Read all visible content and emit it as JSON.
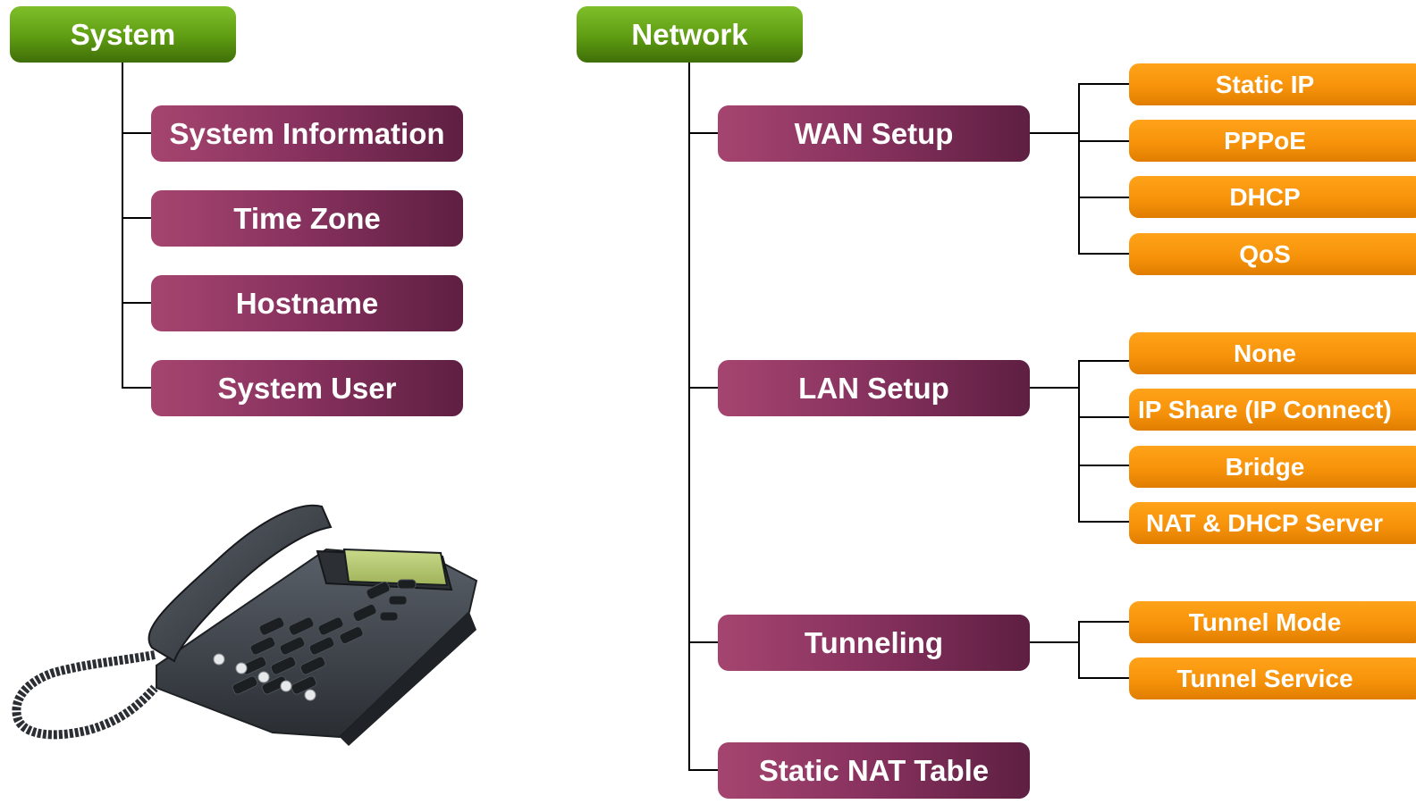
{
  "system": {
    "title": "System",
    "items": [
      "System Information",
      "Time Zone",
      "Hostname",
      "System User"
    ]
  },
  "network": {
    "title": "Network",
    "wan": {
      "label": "WAN Setup",
      "options": [
        "Static IP",
        "PPPoE",
        "DHCP",
        "QoS"
      ]
    },
    "lan": {
      "label": "LAN Setup",
      "options": [
        "None",
        "IP Share (IP Connect)",
        "Bridge",
        "NAT & DHCP Server"
      ]
    },
    "tunneling": {
      "label": "Tunneling",
      "options": [
        "Tunnel Mode",
        "Tunnel Service"
      ]
    },
    "static_nat": {
      "label": "Static NAT Table"
    }
  },
  "colors": {
    "header_green": "#5e9c12",
    "item_purple": "#8a3360",
    "option_orange": "#f7930a",
    "connector": "#000000"
  },
  "illustration": {
    "icon": "desk-phone-icon"
  }
}
